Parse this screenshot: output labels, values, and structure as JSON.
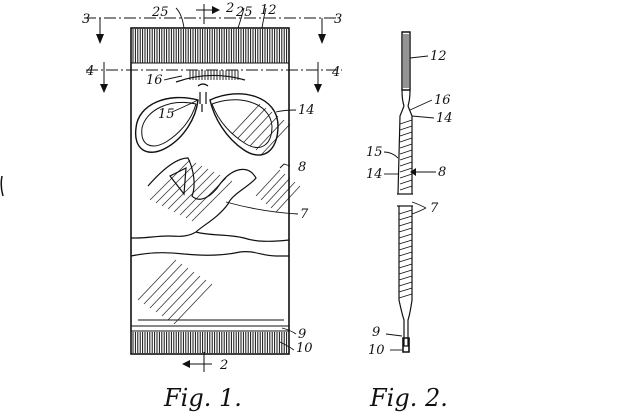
{
  "figure1": {
    "caption": "Fig. 1.",
    "labels": {
      "section_3_left": "3",
      "section_3_right": "3",
      "section_2_top": "2",
      "section_2_bottom": "2",
      "section_4_left": "4",
      "section_4_right": "4",
      "ref_25_a": "25",
      "ref_25_b": "25",
      "ref_12": "12",
      "ref_16": "16",
      "ref_15": "15",
      "ref_14": "14",
      "ref_8": "8",
      "ref_7": "7",
      "ref_9": "9",
      "ref_10": "10"
    }
  },
  "figure2": {
    "caption": "Fig. 2.",
    "labels": {
      "ref_12": "12",
      "ref_16": "16",
      "ref_14_right": "14",
      "ref_15": "15",
      "ref_14_left": "14",
      "ref_8": "8",
      "ref_7": "7",
      "ref_9": "9",
      "ref_10": "10"
    }
  },
  "icons": [
    "section-arrow-icon"
  ]
}
